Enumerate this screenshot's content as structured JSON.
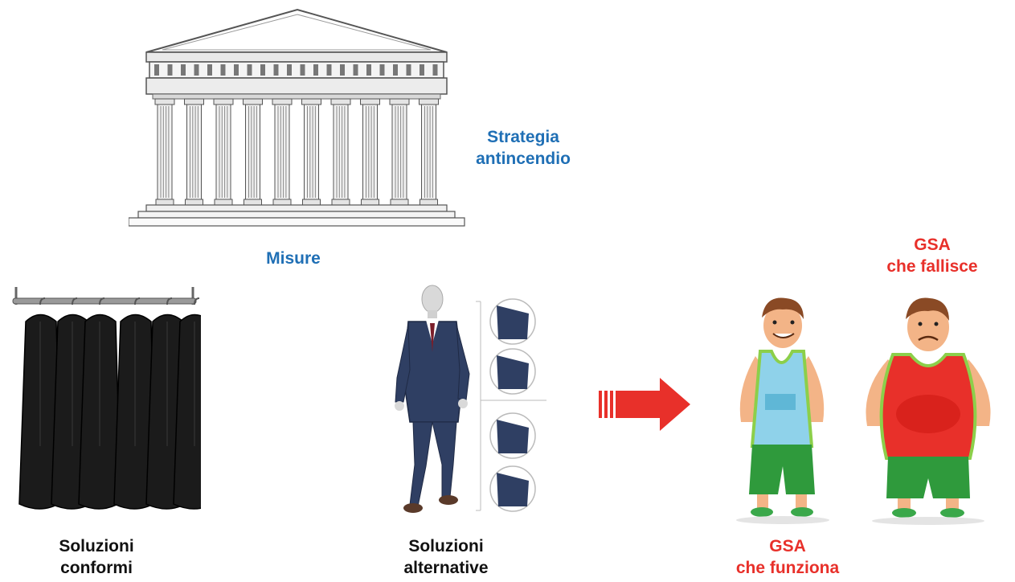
{
  "colors": {
    "blue_label": "#1f6fb5",
    "red_label": "#e8302a",
    "black_label": "#111111",
    "arrow": "#e8302a",
    "suit": "#2f3f63",
    "jacket": "#1b1b1b",
    "skin": "#f3b487",
    "hair": "#8a4a25",
    "shorts": "#2f9a3c",
    "tank_ok": "#8fd2ea",
    "tank_fail": "#e8302a",
    "tank_border": "#8ccf4a"
  },
  "labels": {
    "strategy_line1": "Strategia",
    "strategy_line2": "antincendio",
    "measures": "Misure",
    "conform_line1": "Soluzioni",
    "conform_line2": "conformi",
    "alternative_line1": "Soluzioni",
    "alternative_line2": "alternative",
    "fail_line1": "GSA",
    "fail_line2": "che fallisce",
    "works_line1": "GSA",
    "works_line2": "che funziona"
  },
  "icons": {
    "temple": "greek-temple-icon",
    "rack": "clothes-rack-icon",
    "mannequin": "suit-mannequin-icon",
    "arrow": "right-arrow-icon",
    "man_ok": "fit-man-icon",
    "man_fail": "overweight-man-icon"
  }
}
